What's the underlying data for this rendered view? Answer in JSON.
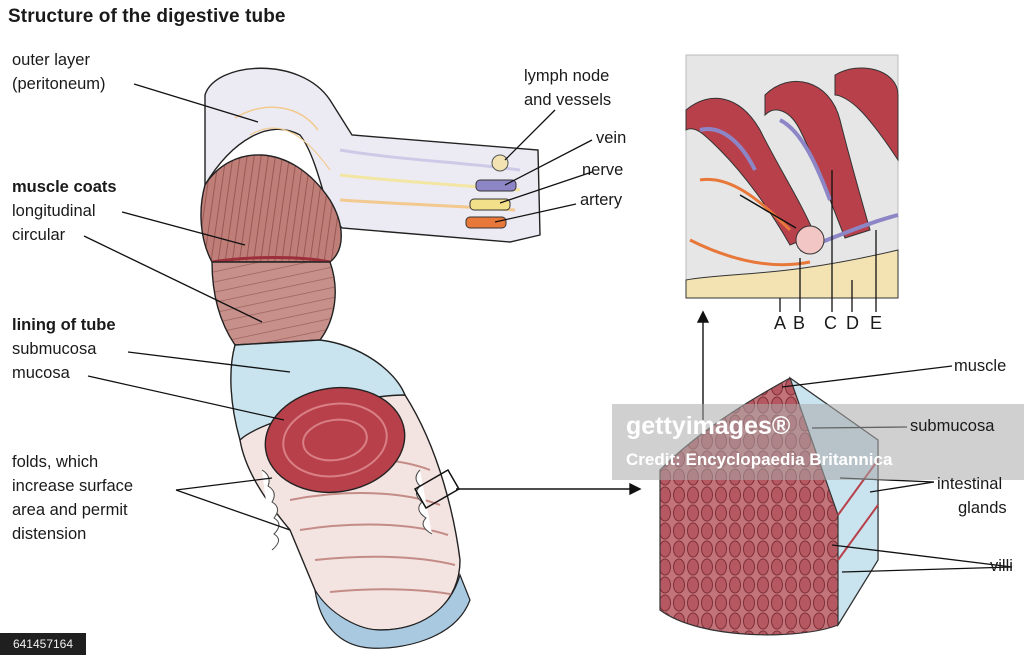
{
  "title": "Structure of the digestive tube",
  "labels": {
    "outer_layer": "outer layer",
    "peritoneum": "(peritoneum)",
    "muscle_coats": "muscle coats",
    "longitudinal": "longitudinal",
    "circular": "circular",
    "lining_of_tube": "lining of tube",
    "submucosa": "submucosa",
    "mucosa": "mucosa",
    "folds": [
      "folds, which",
      "increase surface",
      "area and permit",
      "distension"
    ],
    "lymph_node": [
      "lymph node",
      "and vessels"
    ],
    "vein": "vein",
    "nerve": "nerve",
    "artery": "artery",
    "inset_letters": [
      "A",
      "B",
      "C",
      "D",
      "E"
    ],
    "muscle": "muscle",
    "submucosa_right": "submucosa",
    "intestinal_glands": [
      "intestinal",
      "glands"
    ],
    "villi": "villi"
  },
  "watermark": {
    "logo": "gettyimages®",
    "credit": "Credit: Encyclopaedia Britannica",
    "image_id": "641457164"
  },
  "colors": {
    "muscle": "#b46f6a",
    "lining": "#c9e3ef",
    "mucosa_red": "#b8404a",
    "peritoneum": "#ecebf3",
    "vein": "#8d86c6",
    "nerve": "#f3e08a",
    "artery": "#e8773a",
    "inset_bg": "#e6e6e6"
  }
}
